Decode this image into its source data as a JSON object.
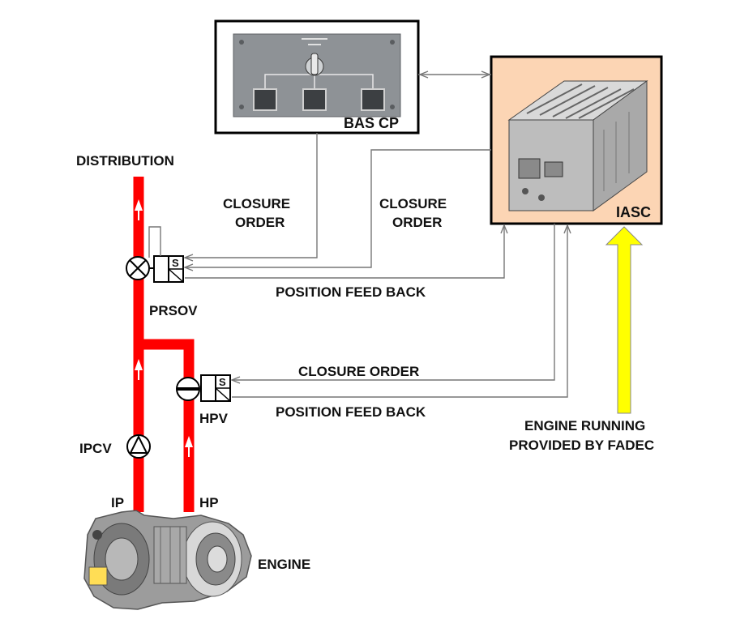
{
  "labels": {
    "distribution": "DISTRIBUTION",
    "bas_cp": "BAS CP",
    "iasc": "IASC",
    "prsov": "PRSOV",
    "hpv": "HPV",
    "ipcv": "IPCV",
    "ip": "IP",
    "hp": "HP",
    "engine": "ENGINE",
    "closure_1": "CLOSURE",
    "order_1": "ORDER",
    "closure_2": "CLOSURE",
    "order_2": "ORDER",
    "position_feedback_1": "POSITION FEED BACK",
    "closure_order_3": "CLOSURE ORDER",
    "position_feedback_2": "POSITION FEED BACK",
    "engine_running_1": "ENGINE RUNNING",
    "engine_running_2": "PROVIDED BY FADEC",
    "solenoid_prsov": "S",
    "solenoid_hpv": "S"
  },
  "colors": {
    "pipe": "#ff0000",
    "iasc_fill": "#fcd5b4",
    "fadec_arrow": "#ffff00",
    "signal_line": "#777777",
    "panel_fill": "#8e9296"
  },
  "icons": {
    "prsov_valve": "butterfly-valve-icon",
    "hpv_valve": "butterfly-valve-icon",
    "ipcv_valve": "check-valve-icon",
    "engine": "turbofan-engine-icon",
    "iasc_unit": "computer-unit-icon",
    "bas_cp_panel": "control-panel-icon"
  }
}
